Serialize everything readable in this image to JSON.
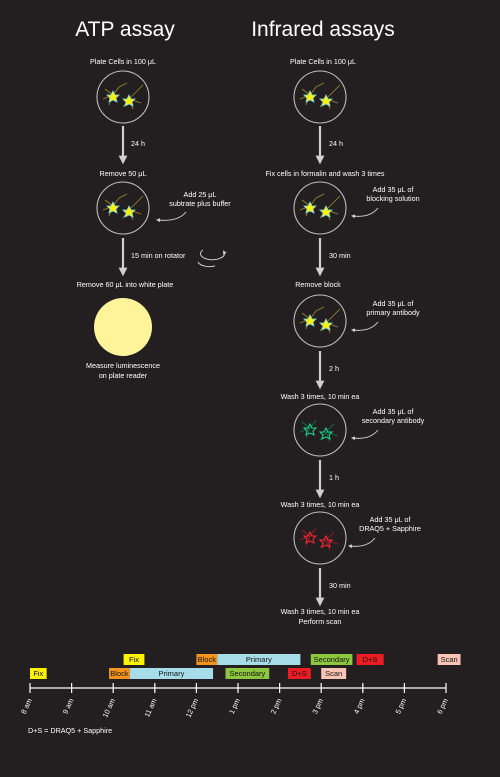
{
  "atp": {
    "title": "ATP assay",
    "step1": "Plate Cells in 100 μL",
    "dur1": "24 h",
    "step2": "Remove 50 μL",
    "note2_line1": "Add 25 μL",
    "note2_line2": "subtrate plus buffer",
    "dur2": "15 min on rotator",
    "step3": "Remove 60 μL into white plate",
    "step4_line1": "Measure luminescence",
    "step4_line2": "on plate reader"
  },
  "infrared": {
    "title": "Infrared assays",
    "step1": "Plate Cells in 100 μL",
    "dur1": "24 h",
    "step2": "Fix cells in formalin and wash 3 times",
    "note2_line1": "Add 35 μL of",
    "note2_line2": "blocking solution",
    "dur2": "30 min",
    "step3": "Remove block",
    "note3_line1": "Add 35 μL of",
    "note3_line2": "primary antibody",
    "dur3": "2 h",
    "step4": "Wash 3 times, 10 min ea",
    "note4_line1": "Add 35 μL of",
    "note4_line2": "secondary antibody",
    "dur4": "1 h",
    "step5": "Wash 3 times, 10 min ea",
    "note5_line1": "Add 35 μL of",
    "note5_line2": "DRAQ5 + Sapphire",
    "dur5": "30 min",
    "step6_line1": "Wash 3 times, 10 min ea",
    "step6_line2": "Perform scan"
  },
  "timeline": {
    "ticks": [
      "8 am",
      "9 am",
      "10 am",
      "11 am",
      "12 pm",
      "1 pm",
      "2 pm",
      "3 pm",
      "4 pm",
      "5 pm",
      "6 pm"
    ],
    "tick_start_hour": 8,
    "tick_end_hour": 18,
    "row_top": [
      {
        "label": "Fix",
        "start": 10.25,
        "end": 10.75,
        "color": "#fff200"
      },
      {
        "label": "Block",
        "start": 12.0,
        "end": 12.5,
        "color": "#f7941d"
      },
      {
        "label": "Primary",
        "start": 12.5,
        "end": 14.5,
        "color": "#a6dde8"
      },
      {
        "label": "Secondary",
        "start": 14.75,
        "end": 15.75,
        "color": "#8dc63f"
      },
      {
        "label": "D+S",
        "start": 15.85,
        "end": 16.5,
        "color": "#ed1c24"
      },
      {
        "label": "Scan",
        "start": 17.8,
        "end": 18.35,
        "color": "#f9c3b5"
      }
    ],
    "row_bottom": [
      {
        "label": "Fix",
        "start": 8.0,
        "end": 8.4,
        "color": "#fff200"
      },
      {
        "label": "Block",
        "start": 9.9,
        "end": 10.4,
        "color": "#f7941d"
      },
      {
        "label": "Primary",
        "start": 10.4,
        "end": 12.4,
        "color": "#a6dde8"
      },
      {
        "label": "Secondary",
        "start": 12.7,
        "end": 13.75,
        "color": "#8dc63f"
      },
      {
        "label": "D+S",
        "start": 14.2,
        "end": 14.75,
        "color": "#ed1c24"
      },
      {
        "label": "Scan",
        "start": 15.0,
        "end": 15.6,
        "color": "#f9c3b5"
      }
    ]
  },
  "legend": "D+S  = DRAQ5 + Sapphire"
}
